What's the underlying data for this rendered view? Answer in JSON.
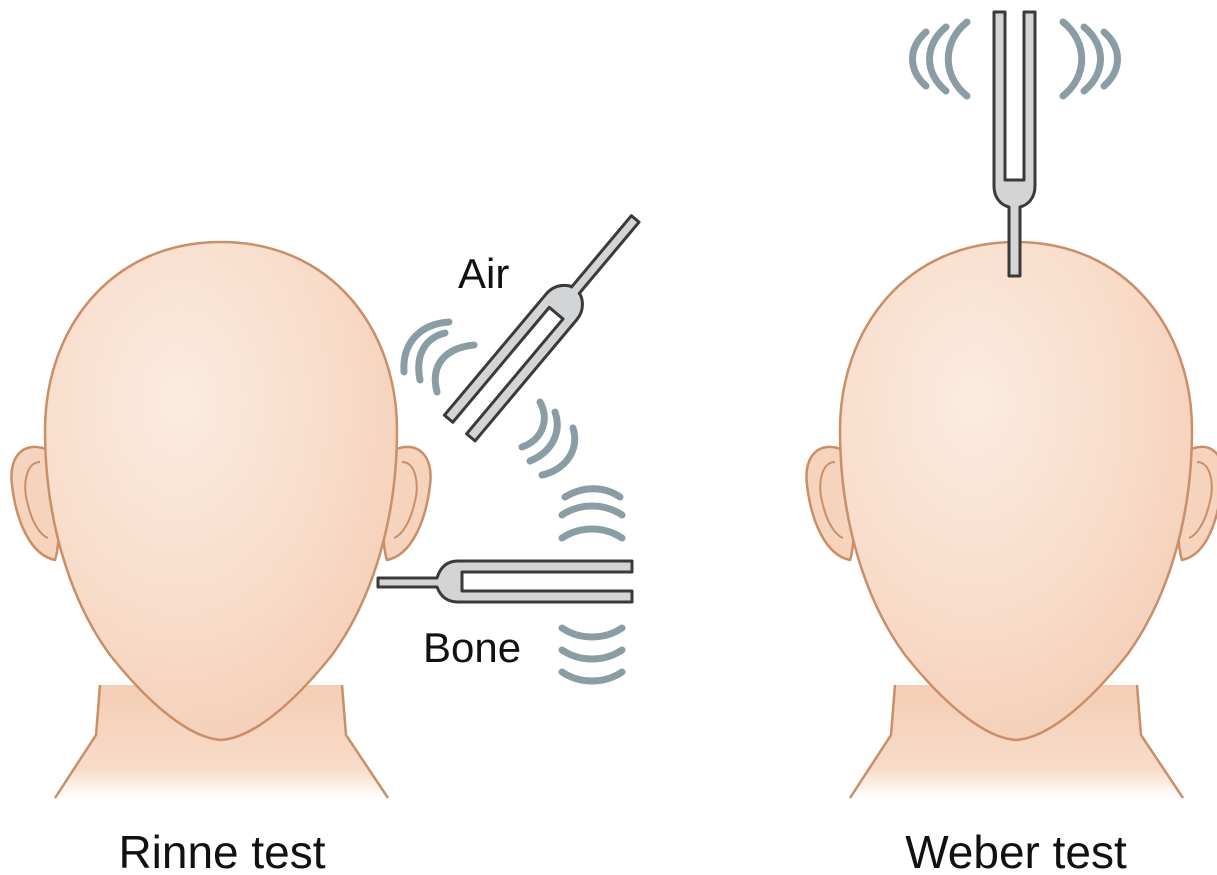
{
  "labels": {
    "air": "Air",
    "bone": "Bone",
    "rinne": "Rinne test",
    "weber": "Weber test"
  },
  "colors": {
    "skin_fill": "#f8d8c4",
    "skin_highlight": "#fbe7da",
    "skin_stroke": "#c88f68",
    "fork_fill": "#d3d4d6",
    "fork_stroke": "#3a3a3a",
    "wave": "#8a9da4",
    "text": "#111111"
  },
  "icons": {
    "head_left": "head-back-view",
    "head_right": "head-back-view",
    "fork_air": "tuning-fork",
    "fork_bone": "tuning-fork",
    "fork_weber": "tuning-fork",
    "waves": "sound-wave-arcs"
  }
}
